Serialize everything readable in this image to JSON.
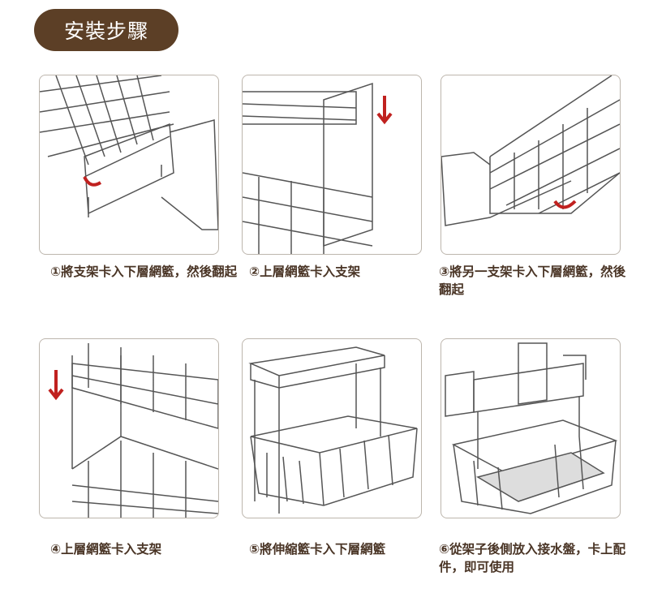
{
  "title": "安裝步驟",
  "steps": [
    {
      "caption": "①將支架卡入下層網籃，然後翻起"
    },
    {
      "caption": "②上層網籃卡入支架"
    },
    {
      "caption": "③將另一支架卡入下層網籃，然後翻起"
    },
    {
      "caption": "④上層網籃卡入支架"
    },
    {
      "caption": "⑤將伸縮籃卡入下層網籃"
    },
    {
      "caption": "⑥從架子後側放入接水盤，卡上配件，即可使用"
    }
  ],
  "colors": {
    "brand": "#5c3f26",
    "text": "#4a3526",
    "arrow": "#c0211f"
  }
}
